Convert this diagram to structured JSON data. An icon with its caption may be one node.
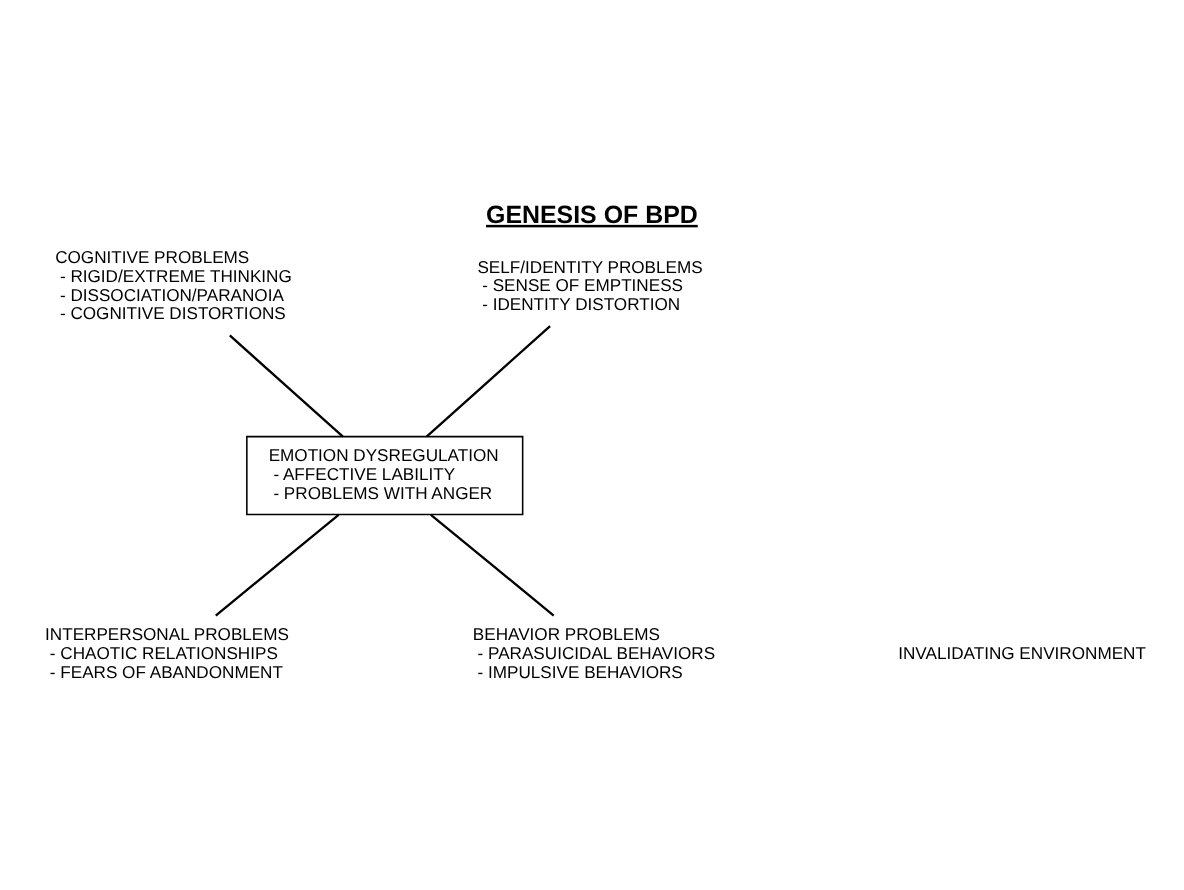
{
  "diagram": {
    "title": "GENESIS OF BPD",
    "nodes": [
      {
        "text": [
          "EMOTION DYSREGULATION",
          "- AFFECTIVE LABILITY",
          "- PROBLEMS WITH ANGER"
        ]
      },
      {
        "text": [
          "COGNITIVE PROBLEMS",
          "- RIGID/EXTREME THINKING",
          "- DISSOCIATION/PARANOIA",
          "- COGNITIVE DISTORTIONS"
        ]
      },
      {
        "text": [
          "SELF/IDENTITY PROBLEMS",
          "- SENSE OF EMPTINESS",
          "- IDENTITY DISTORTION"
        ]
      },
      {
        "text": [
          "INTERPERSONAL PROBLEMS",
          "- CHAOTIC RELATIONSHIPS",
          "- FEARS OF ABANDONMENT"
        ]
      },
      {
        "text": [
          "BEHAVIOR PROBLEMS",
          "- PARASUICIDAL BEHAVIORS",
          "- IMPULSIVE BEHAVIORS"
        ]
      }
    ],
    "edges": [
      {
        "from": 0,
        "to": 1,
        "arrow": "none"
      },
      {
        "from": 0,
        "to": 2,
        "arrow": "none"
      },
      {
        "from": 0,
        "to": 3,
        "arrow": "none"
      },
      {
        "from": 0,
        "to": 4,
        "arrow": "none"
      }
    ],
    "labels": [
      "INVALIDATING ENVIRONMENT"
    ]
  }
}
